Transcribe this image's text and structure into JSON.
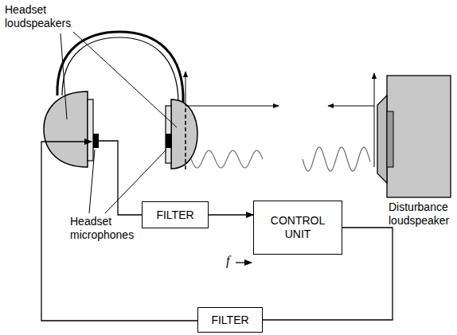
{
  "diagram": {
    "nodes": [
      {
        "text": [
          "FILTER"
        ]
      },
      {
        "text": [
          "CONTROL UNIT"
        ]
      },
      {
        "text": [
          "FILTER"
        ]
      }
    ],
    "edges": [
      {
        "from": 0,
        "to": 1,
        "arrow": "to"
      },
      {
        "from": 1,
        "to": 2,
        "arrow": "none"
      }
    ],
    "labels": [
      "Headset loudspeakers",
      "Headset microphones",
      "Disturbance loudspeaker",
      "f"
    ]
  }
}
